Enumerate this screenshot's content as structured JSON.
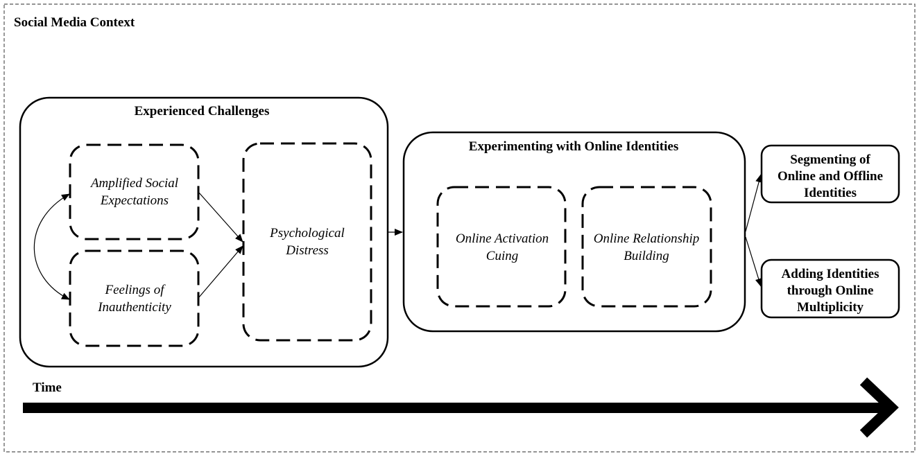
{
  "context": {
    "label": "Social Media Context"
  },
  "experienced_challenges": {
    "title": "Experienced Challenges",
    "amplified": {
      "line1": "Amplified Social",
      "line2": "Expectations"
    },
    "feelings": {
      "line1": "Feelings of",
      "line2": "Inauthenticity"
    },
    "distress": {
      "line1": "Psychological",
      "line2": "Distress"
    }
  },
  "experimenting": {
    "title": "Experimenting with Online Identities",
    "activation": {
      "line1": "Online Activation",
      "line2": "Cuing"
    },
    "relationship": {
      "line1": "Online Relationship",
      "line2": "Building"
    }
  },
  "outcomes": {
    "segmenting": {
      "line1": "Segmenting of",
      "line2": "Online and Offline",
      "line3": "Identities"
    },
    "adding": {
      "line1": "Adding Identities",
      "line2": "through Online",
      "line3": "Multiplicity"
    }
  },
  "time": {
    "label": "Time"
  }
}
